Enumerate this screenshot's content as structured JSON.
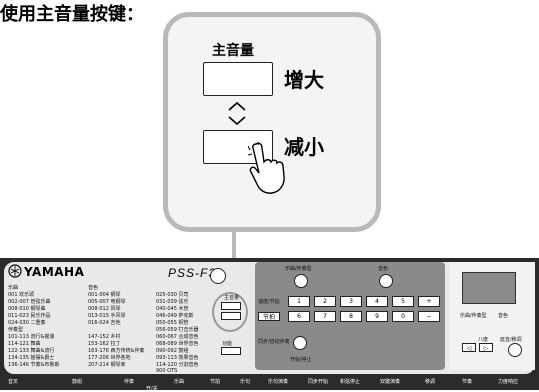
{
  "header": {
    "title": "使用主音量按键："
  },
  "callout": {
    "label": "主音量",
    "increase": "增大",
    "decrease": "减小"
  },
  "keyboard": {
    "brand": "YAMAHA",
    "model": "PSS-F30",
    "voice_header": "乐曲",
    "voice_list_header": "音色",
    "voice_rows": [
      {
        "num": "001",
        "name": "欢乐颂"
      },
      {
        "num": "002-007",
        "name": "管弦乐曲"
      },
      {
        "num": "008-010",
        "name": "钢琴曲"
      },
      {
        "num": "011-023",
        "name": "民乐作品"
      },
      {
        "num": "024-030",
        "name": "二重奏"
      }
    ],
    "voice_cols": [
      "001-004 钢琴",
      "005-007 电钢琴",
      "008-012 风琴",
      "013-015 手风琴",
      "016-024 吉他",
      "025-030 贝司",
      "031-039 弦乐",
      "040-045 木管",
      "046-049 萨克斯",
      "050-055 铜管",
      "056-059 打击乐器",
      "060-067 合成音色",
      "068-089 世界音色",
      "090-092 鼓组",
      "093-113 效果音色",
      "114-120 分割音色",
      "900 OTS"
    ],
    "style_header": "伴奏型",
    "style_rows": [
      "101-113 流行&摇滚",
      "114-121 舞曲",
      "122-133 舞曲&流行",
      "134-135 摇摆&爵士",
      "136-146 节奏&布鲁斯",
      "147-152 乡村",
      "153-162 拉丁",
      "163-176 西方传统&伴奏",
      "177-206 世界各地",
      "207-214 钢琴家"
    ],
    "section_song": "乐曲/伴奏型",
    "section_voice": "音色",
    "btn_master": "主音量",
    "btn_tempo": "速度/节拍",
    "btn_metronome": "节拍",
    "btn_function": "功能",
    "btn_play": "开始/停止",
    "btn_sync": "同步/自动伴奏",
    "numkeys": [
      "1",
      "2",
      "3",
      "4",
      "5",
      "+",
      "6",
      "7",
      "8",
      "9",
      "0",
      "−"
    ],
    "display_buttons": [
      "乐曲/伴奏型",
      "音色"
    ],
    "octave_label": "八度",
    "sustain_label": "延音/移调",
    "bottom_labels": [
      "音叉",
      "鼓组",
      "伴奏",
      "乐曲",
      "开/关",
      "节拍",
      "乐句",
      "乐句演奏",
      "同步开始",
      "和弦停止",
      "双键演奏",
      "移调",
      "节奏",
      "力度响应"
    ]
  }
}
